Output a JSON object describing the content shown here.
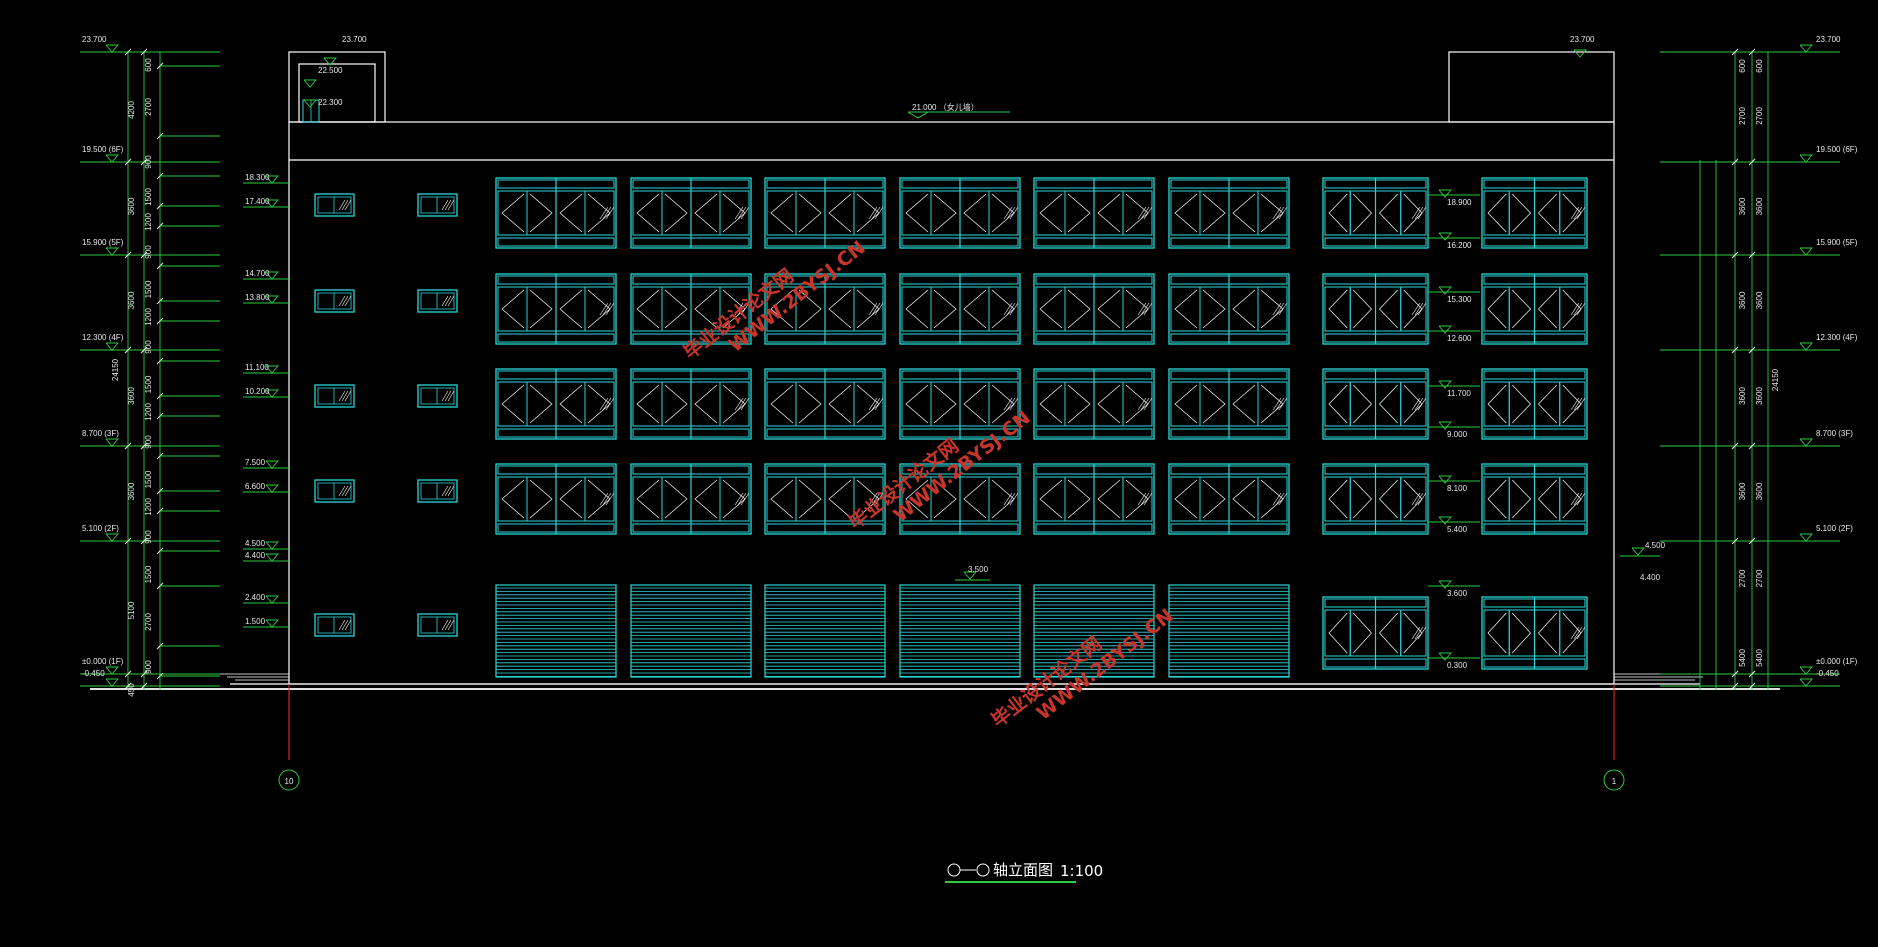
{
  "drawing": {
    "title": "轴立面图",
    "scale": "1:100",
    "axis_start": "10",
    "axis_end": "1",
    "parapet_note": "21.000 （女儿墙）",
    "colors": {
      "background": "#000000",
      "outline": "#ffffff",
      "window": "#29d7d7",
      "dimension": "#2ecc40",
      "axis": "#ff2a2a",
      "watermark": "#c8352a"
    }
  },
  "watermark": {
    "line1": "毕业设计论文网",
    "line2": "WWW.2BYSJ.CN"
  },
  "left_levels": [
    "23.700",
    "19.500 (6F)",
    "15.900 (5F)",
    "12.300 (4F)",
    "8.700 (3F)",
    "5.100 (2F)",
    "±0.000 (1F)",
    "-0.450"
  ],
  "right_levels": [
    "23.700",
    "19.500 (6F)",
    "15.900 (5F)",
    "12.300 (4F)",
    "8.700 (3F)",
    "5.100 (2F)",
    "±0.000 (1F)",
    "-0.450"
  ],
  "left_dims_outer": [
    "4200",
    "3600",
    "3600",
    "3600",
    "3600",
    "5100",
    "450"
  ],
  "left_dims_inner": [
    "600",
    "2700",
    "900",
    "1500",
    "1200",
    "900",
    "1500",
    "1200",
    "900",
    "1500",
    "1200",
    "900",
    "1500",
    "1200",
    "900",
    "1500",
    "2700",
    "900",
    "1500"
  ],
  "left_total": "24150",
  "right_dims_outer": [
    "600",
    "2700",
    "3600",
    "3600",
    "3600",
    "3600",
    "2700",
    "5400"
  ],
  "right_total": "24150",
  "stair_levels": [
    "23.700",
    "22.500",
    "22.300"
  ],
  "top_level_right": "23.700",
  "small_window_levels": [
    "18.300",
    "17.400",
    "14.700",
    "13.800",
    "11.100",
    "10.200",
    "7.500",
    "6.600",
    "4.500",
    "4.400",
    "2.400",
    "1.500"
  ],
  "right_window_levels": [
    "18.900",
    "16.200",
    "15.300",
    "12.600",
    "11.700",
    "9.000",
    "8.100",
    "5.400",
    "3.600",
    "0.300"
  ],
  "right_side_level": [
    "4.500",
    "4.400"
  ],
  "shutter_level": "3.500"
}
